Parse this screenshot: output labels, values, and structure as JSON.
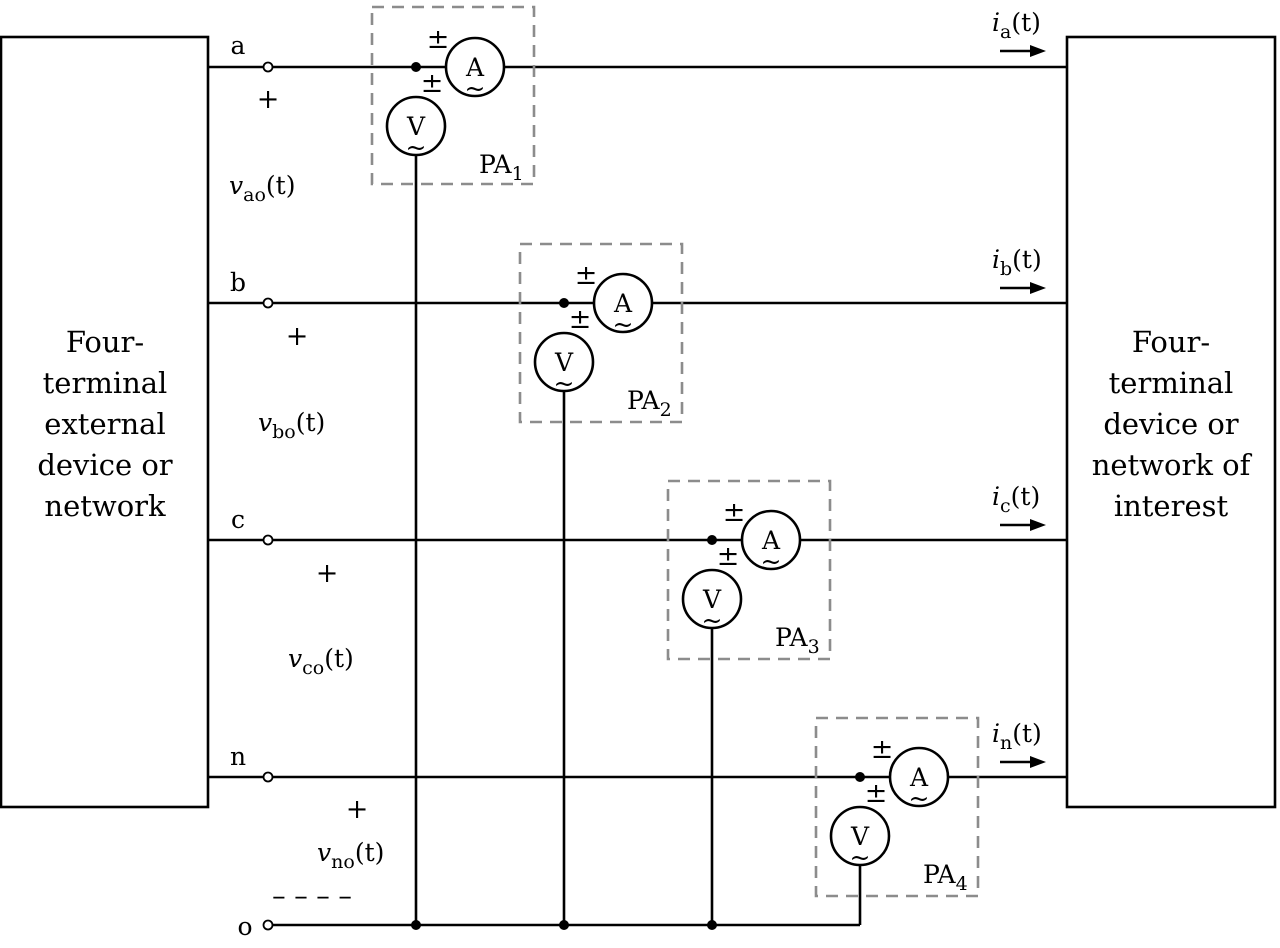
{
  "left_block": {
    "lines": [
      "Four-",
      "terminal",
      "external",
      "device or",
      "network"
    ]
  },
  "right_block": {
    "lines": [
      "Four-",
      "terminal",
      "device or",
      "network of",
      "interest"
    ]
  },
  "terminals": [
    "a",
    "b",
    "c",
    "n",
    "o"
  ],
  "plus_sign": "+",
  "minus_sign": "– – – –",
  "pm_sign": "±",
  "meter_letters": {
    "ammeter": "A",
    "voltmeter": "V",
    "ac": "~"
  },
  "voltages": [
    {
      "var": "v",
      "sub": "ao",
      "arg": "(t)"
    },
    {
      "var": "v",
      "sub": "bo",
      "arg": "(t)"
    },
    {
      "var": "v",
      "sub": "co",
      "arg": "(t)"
    },
    {
      "var": "v",
      "sub": "no",
      "arg": "(t)"
    }
  ],
  "currents": [
    {
      "var": "i",
      "sub": "a",
      "arg": "(t)"
    },
    {
      "var": "i",
      "sub": "b",
      "arg": "(t)"
    },
    {
      "var": "i",
      "sub": "c",
      "arg": "(t)"
    },
    {
      "var": "i",
      "sub": "n",
      "arg": "(t)"
    }
  ],
  "power_analyzers": [
    {
      "name": "PA",
      "sub": "1"
    },
    {
      "name": "PA",
      "sub": "2"
    },
    {
      "name": "PA",
      "sub": "3"
    },
    {
      "name": "PA",
      "sub": "4"
    }
  ]
}
